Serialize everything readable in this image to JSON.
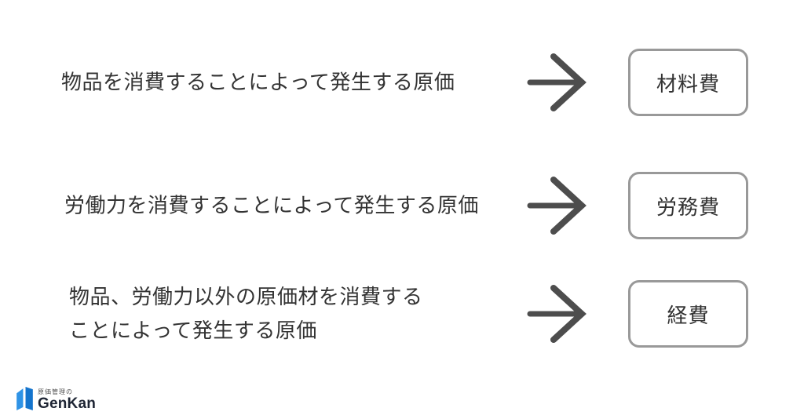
{
  "rows": [
    {
      "description": "物品を消費することによって発生する原価",
      "description_line2": "",
      "label": "材料費"
    },
    {
      "description": "労働力を消費することによって発生する原価",
      "description_line2": "",
      "label": "労務費"
    },
    {
      "description": "物品、労働力以外の原価材を消費する",
      "description_line2": "ことによって発生する原価",
      "label": "経費"
    }
  ],
  "logo": {
    "tagline": "原価管理の",
    "brand": "GenKan"
  },
  "colors": {
    "text": "#333333",
    "arrow": "#4d4d4d",
    "box_border": "#999999",
    "logo_blue_light": "#2f93e6",
    "logo_blue_dark": "#1474cd",
    "background": "#ffffff"
  }
}
